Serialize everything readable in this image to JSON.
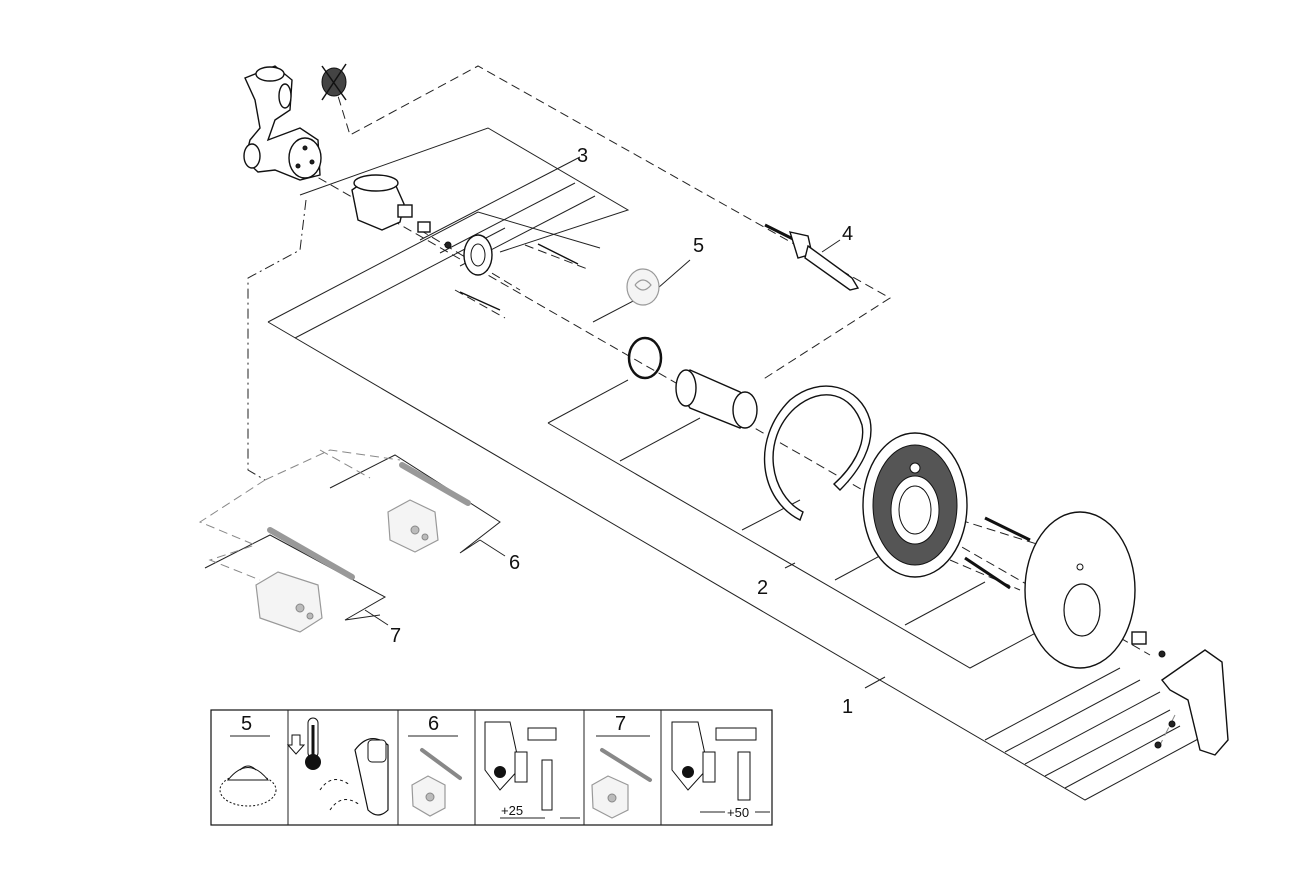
{
  "callouts": {
    "c1": "1",
    "c2": "2",
    "c3": "3",
    "c4": "4",
    "c5": "5",
    "c6": "6",
    "c7": "7"
  },
  "legend": {
    "panels": [
      {
        "label": "5"
      },
      {
        "label": "6"
      },
      {
        "label": "7"
      }
    ],
    "dim_plus25": "+25",
    "dim_plus50": "+50"
  }
}
